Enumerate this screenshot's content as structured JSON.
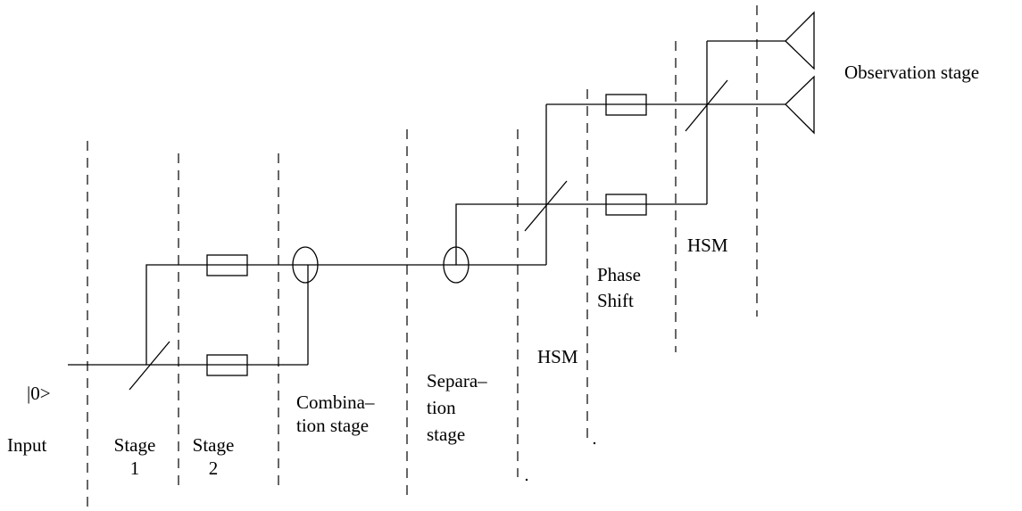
{
  "labels": {
    "ket": "|0>",
    "input": "Input",
    "stage1": [
      "Stage",
      "1"
    ],
    "stage2": [
      "Stage",
      "2"
    ],
    "combination": [
      "Combina–",
      "tion stage"
    ],
    "separation": [
      "Separa–",
      "tion",
      "stage"
    ],
    "hsm1": "HSM",
    "phase_shift": [
      "Phase",
      "Shift"
    ],
    "hsm2": "HSM",
    "observation": "Observation stage"
  }
}
